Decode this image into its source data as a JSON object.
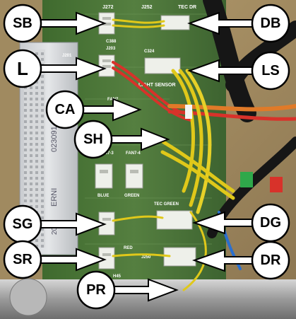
{
  "callouts": {
    "sb": "SB",
    "db": "DB",
    "l": "L",
    "ls": "LS",
    "ca": "CA",
    "sh": "SH",
    "sg": "SG",
    "dg": "DG",
    "sr": "SR",
    "dr": "DR",
    "pr": "PR"
  },
  "board_print": {
    "j272": "J272",
    "j252": "J252",
    "tec_dr": "TEC DR",
    "c388": "C388",
    "j203": "J203",
    "j201": "J201",
    "light_sensor": "LIGHT SENSOR",
    "c324": "C324",
    "fan7_1": "FAN7",
    "fan7_3": "FAN7-3",
    "fan7_4": "FAN7-4",
    "blue": "BLUE",
    "green": "GREEN",
    "tec_green": "TEC GREEN",
    "red": "RED",
    "j250": "J250",
    "h45": "H45"
  },
  "erni": {
    "serial": "023091",
    "brand": "ERNI",
    "number": "204"
  },
  "colors": {
    "pcb": "#4f7a3c",
    "pcb_dark": "#3b5e2b",
    "connector_white": "#eef0ea",
    "wire_yellow": "#e0c81a",
    "wire_red": "#d8322a",
    "wire_orange": "#e07a28",
    "wire_blue": "#2a6fcf",
    "callout_fill": "#ffffff",
    "callout_stroke": "#000000"
  }
}
